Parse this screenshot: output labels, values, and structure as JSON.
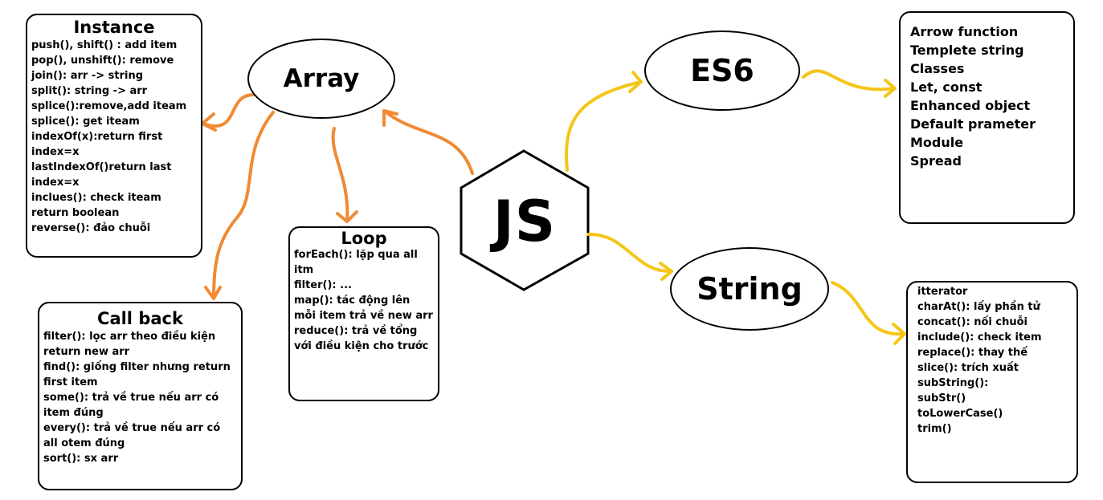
{
  "colors": {
    "orange": "#f08a33",
    "yellow": "#f5c518",
    "stroke": "#000000"
  },
  "center": {
    "label": "JS"
  },
  "nodes": {
    "array": "Array",
    "es6": "ES6",
    "string": "String"
  },
  "instance": {
    "title": "Instance",
    "lines": [
      "push(), shift() : add item",
      "pop(), unshift(): remove",
      "join(): arr -> string",
      "split(): string -> arr",
      "splice():remove,add iteam",
      "splice(): get iteam",
      "indexOf(x):return first index=x",
      "lastIndexOf()return last index=x",
      "inclues(): check iteam return boolean",
      "reverse(): đảo chuỗi"
    ]
  },
  "callback": {
    "title": "Call back",
    "lines": [
      "filter(): lọc arr theo điều kiện return new arr",
      "find(): giống filter nhưng return first item",
      "some(): trả về true nếu arr có item đúng",
      "every(): trả về true nếu arr có all otem đúng",
      "sort(): sx arr"
    ]
  },
  "loop": {
    "title": "Loop",
    "lines": [
      "forEach(): lặp qua all itm",
      "filter(): ...",
      "map(): tác động lên mỗi item trả về new arr",
      "reduce(): trả về tổng với điều kiện cho trước"
    ]
  },
  "es6_box": {
    "lines": [
      "Arrow function",
      "Templete string",
      "Classes",
      "Let, const",
      "Enhanced object",
      "Default prameter",
      "Module",
      "Spread"
    ]
  },
  "string_box": {
    "lines": [
      "itterator",
      "charAt(): lấy phần tử",
      "concat(): nối chuỗi",
      "include(): check item",
      "replace(): thay thế",
      "slice(): trích xuất",
      "subString():",
      "subStr()",
      "toLowerCase()",
      "trim()"
    ]
  }
}
